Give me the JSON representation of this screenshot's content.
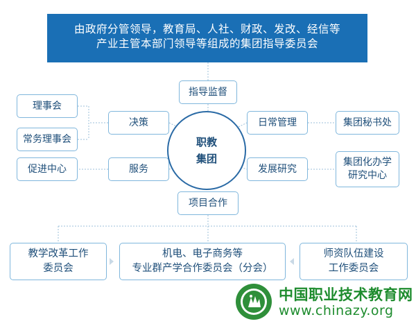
{
  "header": {
    "line1": "由政府分管领导，教育局、人社、财政、发改、经信等",
    "line2": "产业主管本部门领导等组成的集团指导委员会"
  },
  "center": {
    "line1": "职教",
    "line2": "集团"
  },
  "nodes": {
    "supervision": "指导监督",
    "decision": "决策",
    "service": "服务",
    "daily_management": "日常管理",
    "development_research": "发展研究",
    "project_cooperation": "项目合作",
    "board": "理事会",
    "standing_board": "常务理事会",
    "promotion_center": "促进中心",
    "secretariat": "集团秘书处",
    "research_center_line1": "集团化办学",
    "research_center_line2": "研究中心"
  },
  "committees": [
    {
      "line1": "教学改革工作",
      "line2": "委员会"
    },
    {
      "line1": "机电、电子商务等",
      "line2": "专业群产学合作委员会（分会）"
    },
    {
      "line1": "师资队伍建设",
      "line2": "工作委员会"
    }
  ],
  "watermark": {
    "title": "中国职业技术教育网",
    "url": "www.chinazy.org"
  },
  "colors": {
    "banner": "#1a6fb5",
    "box_border": "#7fb6dc",
    "text": "#1f4f7a",
    "connector": "#9bbfd9",
    "watermark": "#1e8c2e"
  }
}
